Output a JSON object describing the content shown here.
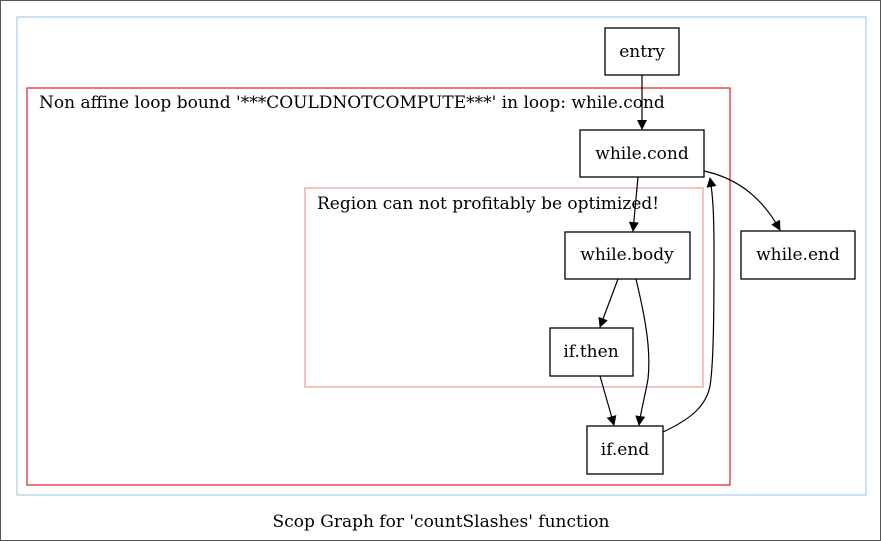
{
  "caption": "Scop Graph for 'countSlashes' function",
  "clusters": {
    "outer": {
      "label": "",
      "color": "#b0d0e8"
    },
    "loop": {
      "label": "Non affine loop bound '***COULDNOTCOMPUTE***' in loop: while.cond",
      "color": "#e03030"
    },
    "region": {
      "label": "Region can not profitably be optimized!",
      "color": "#f0a0a0"
    }
  },
  "nodes": {
    "entry": "entry",
    "while_cond": "while.cond",
    "while_body": "while.body",
    "if_then": "if.then",
    "if_end": "if.end",
    "while_end": "while.end"
  },
  "edges": [
    {
      "from": "entry",
      "to": "while.cond"
    },
    {
      "from": "while.cond",
      "to": "while.body"
    },
    {
      "from": "while.cond",
      "to": "while.end"
    },
    {
      "from": "while.body",
      "to": "if.then"
    },
    {
      "from": "while.body",
      "to": "if.end"
    },
    {
      "from": "if.then",
      "to": "if.end"
    },
    {
      "from": "if.end",
      "to": "while.cond"
    }
  ]
}
